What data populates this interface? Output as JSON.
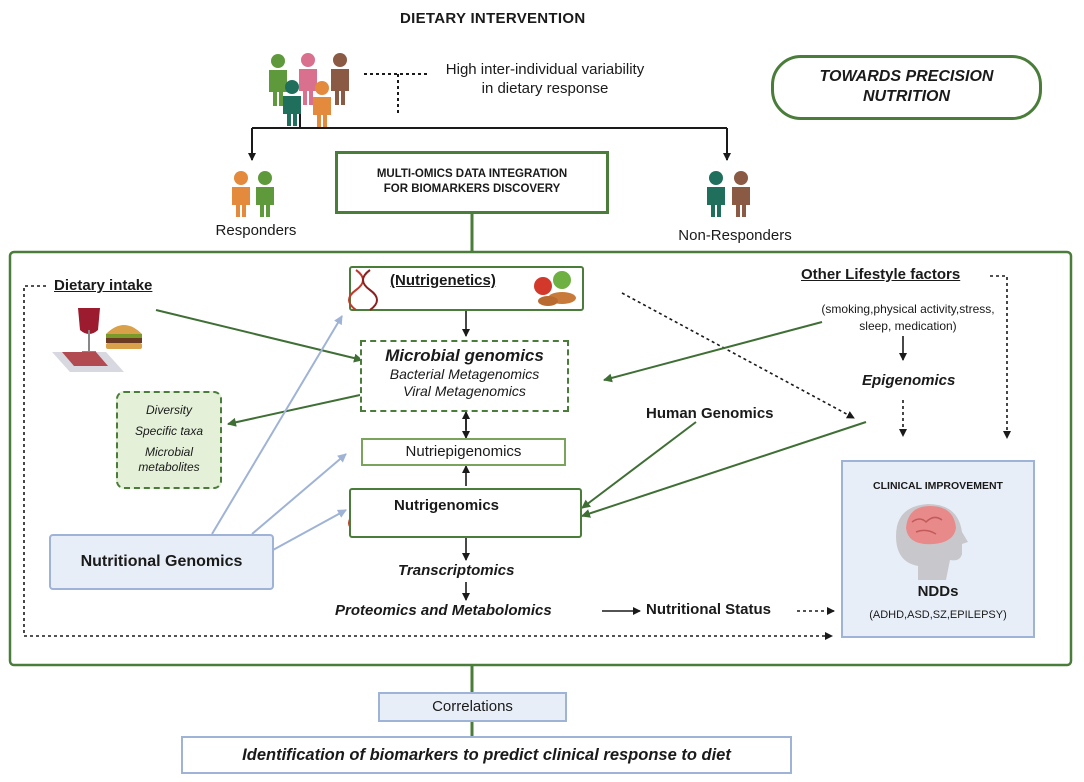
{
  "title": "DIETARY INTERVENTION",
  "variability_note": [
    "High inter-individual variability",
    "in dietary response"
  ],
  "precision_box": [
    "TOWARDS PRECISION",
    "NUTRITION"
  ],
  "multiomics_box": [
    "MULTI-OMICS DATA INTEGRATION",
    "FOR BIOMARKERS DISCOVERY"
  ],
  "responders_label": "Responders",
  "non_responders_label": "Non-Responders",
  "dietary_intake_label": "Dietary intake",
  "nutrigenetics_label": "(Nutrigenetics)",
  "microbial_genomics": {
    "title": "Microbial genomics",
    "line1": "Bacterial Metagenomics",
    "line2": "Viral Metagenomics"
  },
  "microbiome_outputs": [
    "Diversity",
    "Specific taxa",
    "Microbial",
    "metabolites"
  ],
  "nutriepigenomics_label": "Nutriepigenomics",
  "nutrigenomics_label": "Nutrigenomics",
  "nutritional_genomics_label": "Nutritional Genomics",
  "transcriptomics_label": "Transcriptomics",
  "proteomics_label": "Proteomics and Metabolomics",
  "nutritional_status_label": "Nutritional Status",
  "human_genomics_label": "Human Genomics",
  "lifestyle": {
    "title": "Other Lifestyle factors",
    "line1": "(smoking,physical activity,stress,",
    "line2": "sleep, medication)"
  },
  "epigenomics_label": "Epigenomics",
  "clinical": {
    "title": "CLINICAL IMPROVEMENT",
    "ndds": "NDDs",
    "ndd_list": "(ADHD,ASD,SZ,EPILEPSY)"
  },
  "correlations_label": "Correlations",
  "bottom_statement": "Identification of biomarkers to predict  clinical response to diet",
  "colors": {
    "frame_green": "#4a7c3a",
    "blue_box_fill": "#e8eef8",
    "blue_box_border": "#9fb3d6",
    "light_green_fill": "#e4f1d8",
    "orange": "#e38a3c",
    "green_person": "#5e9a3c",
    "pink_person": "#d9708e",
    "brown_person": "#8a5a44",
    "teal_person": "#1f6f5c"
  }
}
